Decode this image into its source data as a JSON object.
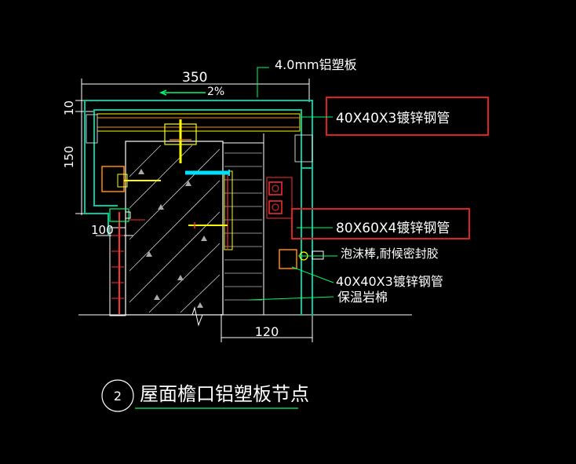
{
  "dimensions": {
    "width_top": "350",
    "slope": "2%",
    "height_upper": "10",
    "height_main": "150",
    "bottom_left": "100",
    "bottom_width": "120"
  },
  "callouts": {
    "panel": "4.0mm铝塑板",
    "tube_top": "40X40X3镀锌钢管",
    "tube_main": "80X60X4镀锌钢管",
    "sealant": "泡沫棒,耐候密封胶",
    "tube_bottom": "40X40X3镀锌钢管",
    "insulation": "保温岩棉"
  },
  "title": {
    "number": "2",
    "text": "屋面檐口铝塑板节点"
  },
  "colors": {
    "background": "#000000",
    "panel_outline": "#00c8a0",
    "dimension": "#ffffff",
    "steel": "#ffff00",
    "highlight_box": "#e02020",
    "leader": "#00ff66",
    "rebar": "#ff3030",
    "bolt": "#00e0ff"
  }
}
